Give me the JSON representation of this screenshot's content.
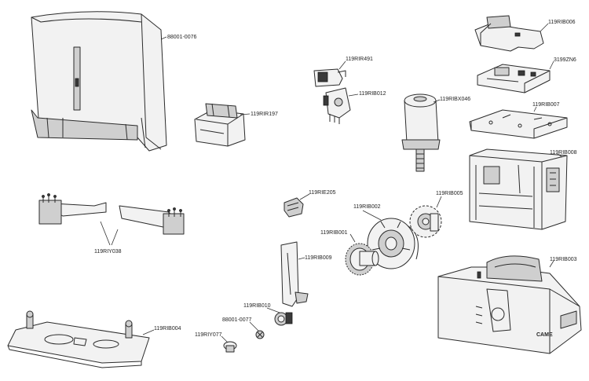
{
  "parts": {
    "cover": "88001-0076",
    "transformer": "119RIR197",
    "cable_group": "119RIY038",
    "base_plate": "119RIB004",
    "bracket_top": "119RIB006",
    "card": "3199ZN6",
    "card_support": "119RIB007",
    "frame": "119RIB008",
    "housing": "119RIB003",
    "limit_switch": "119RIR491",
    "switch_support": "119RIB012",
    "motor": "119RIBX046",
    "small_connector": "119RIE205",
    "gear": "119RIB002",
    "pinion": "119RIB005",
    "hub": "119RIB001",
    "lever": "119RIB009",
    "lock_cylinder": "119RIB010",
    "screw": "88001-0077",
    "knob": "119RIY077"
  },
  "brand_mark": "CAME"
}
